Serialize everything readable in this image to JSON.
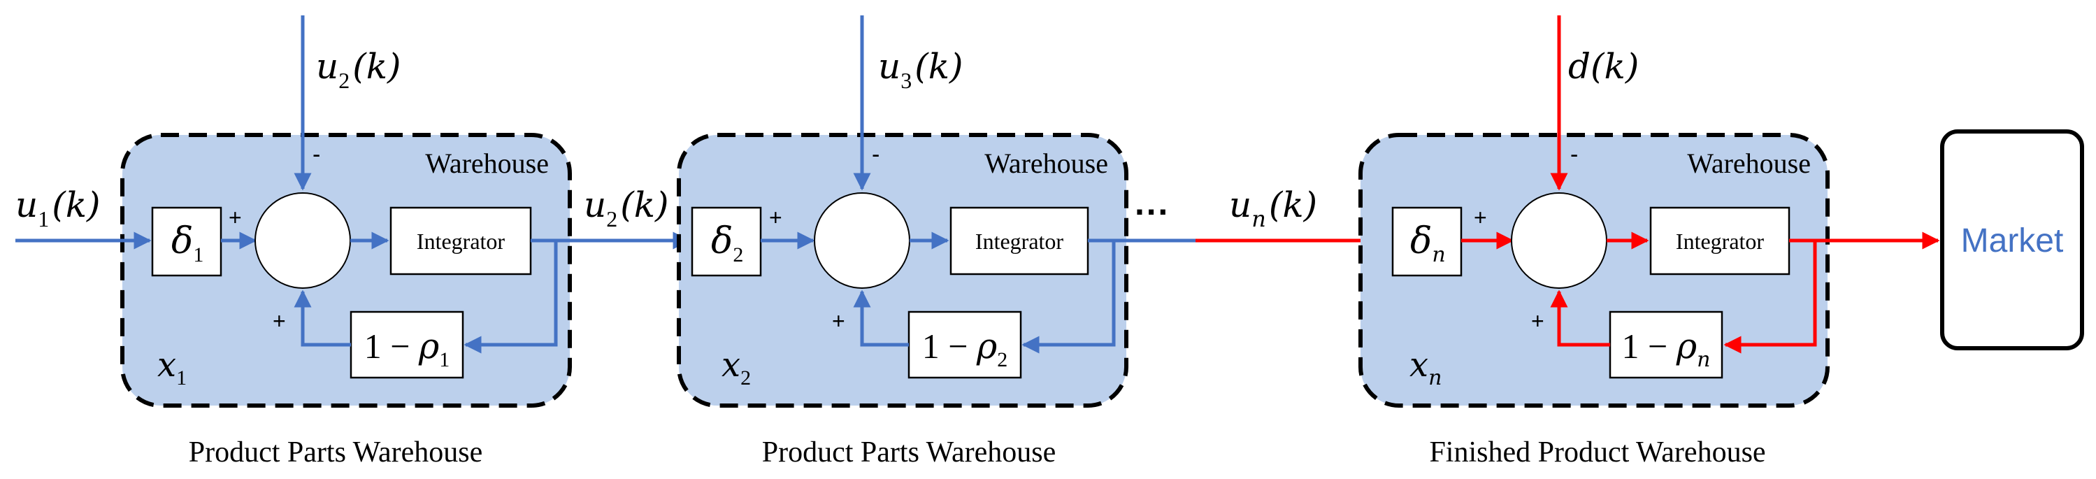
{
  "warehouses": [
    {
      "box_label": "Warehouse",
      "input_symbol": "u",
      "input_sub": "1",
      "input_arg": "(k)",
      "top_symbol": "u",
      "top_sub": "2",
      "top_arg": "(k)",
      "gain_symbol": "δ",
      "gain_sub": "1",
      "integrator_label": "Integrator",
      "feedback_prefix": "1 − ",
      "feedback_symbol": "ρ",
      "feedback_sub": "1",
      "state_symbol": "x",
      "state_sub": "1",
      "plus_top": "+",
      "plus_left": "+",
      "minus": "-",
      "caption": "Product Parts Warehouse",
      "color": "#4472c4"
    },
    {
      "box_label": "Warehouse",
      "input_symbol": "u",
      "input_sub": "2",
      "input_arg": "(k)",
      "top_symbol": "u",
      "top_sub": "3",
      "top_arg": "(k)",
      "gain_symbol": "δ",
      "gain_sub": "2",
      "integrator_label": "Integrator",
      "feedback_prefix": "1 − ",
      "feedback_symbol": "ρ",
      "feedback_sub": "2",
      "state_symbol": "x",
      "state_sub": "2",
      "plus_top": "+",
      "plus_left": "+",
      "minus": "-",
      "caption": "Product Parts Warehouse",
      "color": "#4472c4"
    },
    {
      "box_label": "Warehouse",
      "input_symbol": "u",
      "input_sub": "n",
      "input_arg": "(k)",
      "top_symbol": "d",
      "top_sub": "",
      "top_arg": "(k)",
      "gain_symbol": "δ",
      "gain_sub": "n",
      "integrator_label": "Integrator",
      "feedback_prefix": "1 − ",
      "feedback_symbol": "ρ",
      "feedback_sub": "n",
      "state_symbol": "x",
      "state_sub": "n",
      "plus_top": "+",
      "plus_left": "+",
      "minus": "-",
      "caption": "Finished Product  Warehouse",
      "color": "#ff0000"
    }
  ],
  "ellipsis": "···",
  "market": {
    "label": "Market",
    "color": "#4472c4"
  },
  "colors": {
    "box_fill": "#bcd0ec",
    "box_border": "#000000",
    "flow_blue": "#4472c4",
    "flow_red": "#ff0000"
  }
}
